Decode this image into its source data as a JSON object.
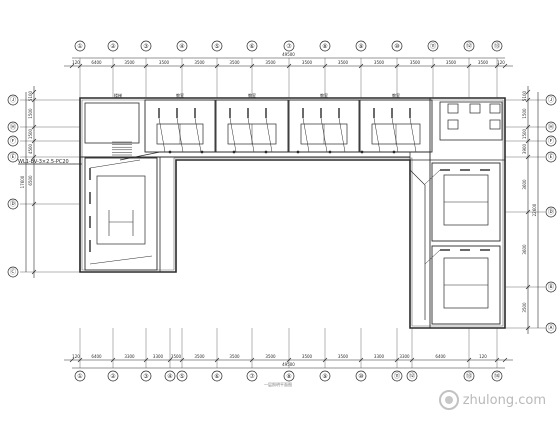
{
  "drawing": {
    "axes_top": [
      "①",
      "②",
      "③",
      "④",
      "⑤",
      "⑥",
      "⑦",
      "⑧",
      "⑨",
      "⑩",
      "⑪",
      "⑫",
      "⑬",
      "⑭",
      "⑮"
    ],
    "axes_bottom": [
      "①",
      "②",
      "③",
      "④",
      "⑤",
      "⑥",
      "⑦",
      "⑧",
      "⑨",
      "⑩",
      "⑪",
      "⑫",
      "⑬",
      "⑭",
      "⑮"
    ],
    "axes_left": [
      "Ⓙ",
      "Ⓗ",
      "Ⓕ",
      "Ⓔ",
      "Ⓓ",
      "Ⓒ"
    ],
    "axes_right": [
      "Ⓙ",
      "Ⓗ",
      "Ⓕ",
      "Ⓔ",
      "Ⓓ",
      "Ⓑ",
      "Ⓐ"
    ],
    "dims_top": [
      "120",
      "6400",
      "3500",
      "3500",
      "3500",
      "3500",
      "3500",
      "3500",
      "3500",
      "3500",
      "3500",
      "3500",
      "3500",
      "120"
    ],
    "dims_top_total": "49500",
    "dims_bottom": [
      "120",
      "6400",
      "3300",
      "3300",
      "3500",
      "3500",
      "3500",
      "3500",
      "3500",
      "3500",
      "3300",
      "3300",
      "6400",
      "120"
    ],
    "dims_bottom_total": "49500",
    "dims_left": [
      "5100",
      "1500",
      "1500",
      "4500",
      "6500"
    ],
    "dims_left_total": "17600",
    "dims_right": [
      "5100",
      "1500",
      "1500",
      "3900",
      "3600",
      "3600",
      "3500"
    ],
    "dims_right_total": "22600",
    "room_tags": [
      "楼梯",
      "教室",
      "教室",
      "教室",
      "教室"
    ],
    "feeder_label": "WL1-BV-3×2.5-PC20",
    "caption": "一层照明平面图"
  },
  "watermark": {
    "text": "zhulong.com"
  }
}
